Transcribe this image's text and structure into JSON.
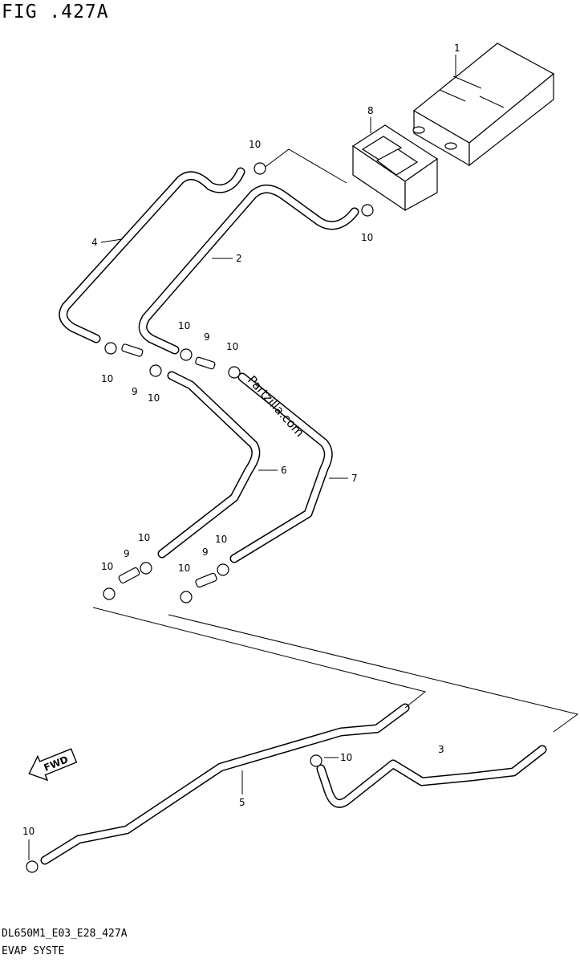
{
  "header": {
    "figure": "FIG .427A"
  },
  "footer": {
    "code": "DL650M1_E03_E28_427A",
    "caption": "EVAP SYSTE"
  },
  "watermark": "Partzilla.com",
  "fwd_label": "FWD",
  "labels": {
    "canister": "1",
    "hose2": "2",
    "hose3": "3",
    "hose4": "4",
    "hose5": "5",
    "hose6": "6",
    "hose7": "7",
    "bracket": "8",
    "joint": "9",
    "clamp": "10"
  }
}
